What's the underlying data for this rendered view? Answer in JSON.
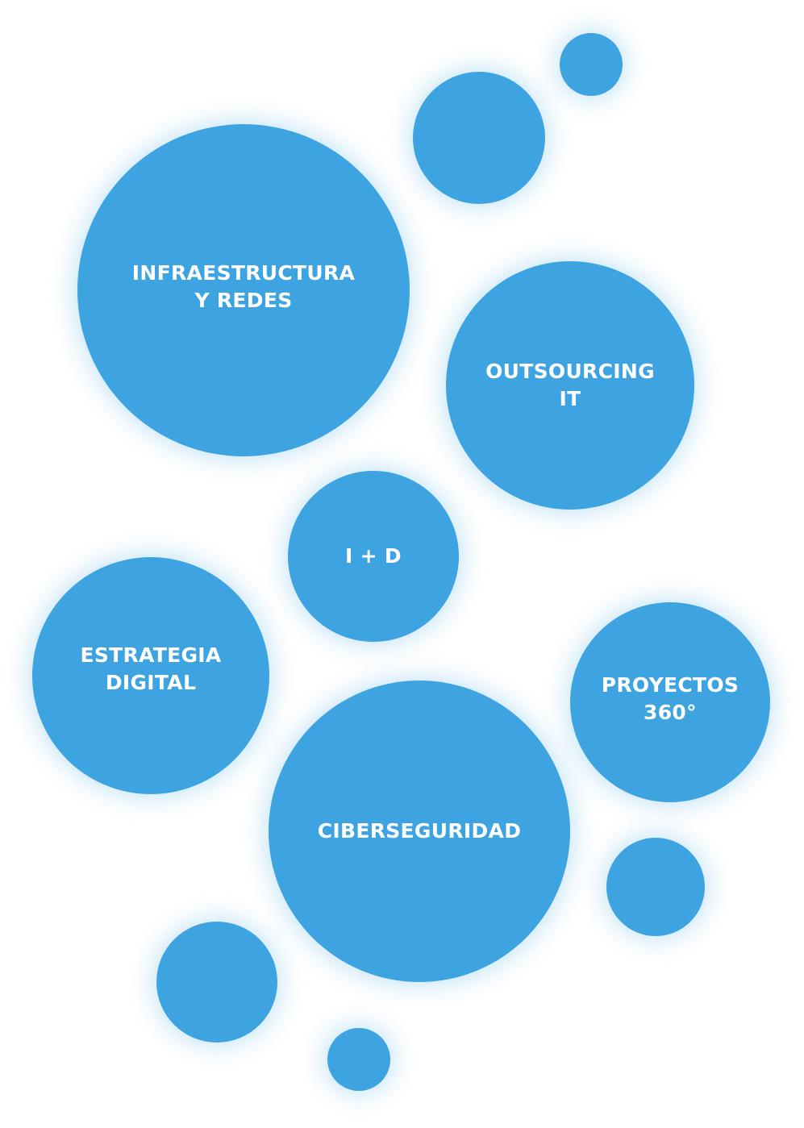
{
  "colors": {
    "bubble": "#3da4e1",
    "text": "#ffffff"
  },
  "bubbles": [
    {
      "id": "infraestructura",
      "lines": [
        "INFRAESTRUCTURA",
        "Y REDES"
      ]
    },
    {
      "id": "outsourcing",
      "lines": [
        "OUTSOURCING",
        "IT"
      ]
    },
    {
      "id": "i-d",
      "lines": [
        "I + D"
      ]
    },
    {
      "id": "estrategia",
      "lines": [
        "ESTRATEGIA",
        "DIGITAL"
      ]
    },
    {
      "id": "proyectos",
      "lines": [
        "PROYECTOS",
        "360°"
      ]
    },
    {
      "id": "ciberseguridad",
      "lines": [
        "CIBERSEGURIDAD"
      ]
    }
  ]
}
